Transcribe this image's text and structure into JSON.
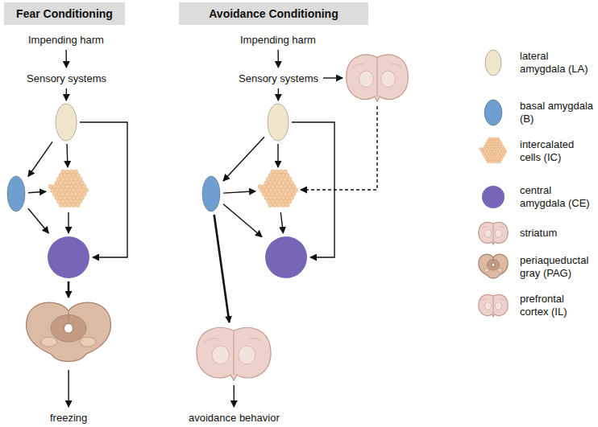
{
  "diagram": {
    "nodes": [
      {
        "text": [
          "Fear Conditioning"
        ]
      },
      {
        "text": [
          "Avoidance Conditioning"
        ]
      },
      {
        "text": [
          "Impending harm"
        ]
      },
      {
        "text": [
          "Sensory systems"
        ]
      },
      {
        "text": []
      },
      {
        "text": []
      },
      {
        "text": []
      },
      {
        "text": []
      },
      {
        "text": []
      },
      {
        "text": [
          "freezing"
        ]
      },
      {
        "text": [
          "Impending harm"
        ]
      },
      {
        "text": [
          "Sensory systems"
        ]
      },
      {
        "text": []
      },
      {
        "text": []
      },
      {
        "text": []
      },
      {
        "text": []
      },
      {
        "text": []
      },
      {
        "text": []
      },
      {
        "text": [
          "avoidance behavior"
        ]
      }
    ],
    "edges": [
      {
        "from": 2,
        "to": 3,
        "arrow": "to"
      },
      {
        "from": 3,
        "to": 4,
        "arrow": "to"
      },
      {
        "from": 4,
        "to": 5,
        "arrow": "to"
      },
      {
        "from": 4,
        "to": 6,
        "arrow": "to"
      },
      {
        "from": 4,
        "to": 7,
        "arrow": "to"
      },
      {
        "from": 5,
        "to": 6,
        "arrow": "to"
      },
      {
        "from": 5,
        "to": 7,
        "arrow": "to"
      },
      {
        "from": 6,
        "to": 7,
        "arrow": "to"
      },
      {
        "from": 7,
        "to": 8,
        "arrow": "to"
      },
      {
        "from": 8,
        "to": 9,
        "arrow": "to"
      },
      {
        "from": 10,
        "to": 11,
        "arrow": "to"
      },
      {
        "from": 11,
        "to": 12,
        "arrow": "to"
      },
      {
        "from": 11,
        "to": 13,
        "arrow": "to"
      },
      {
        "from": 13,
        "to": 14,
        "arrow": "to"
      },
      {
        "from": 13,
        "to": 15,
        "arrow": "to"
      },
      {
        "from": 13,
        "to": 16,
        "arrow": "to"
      },
      {
        "from": 14,
        "to": 15,
        "arrow": "to"
      },
      {
        "from": 14,
        "to": 16,
        "arrow": "to"
      },
      {
        "from": 15,
        "to": 16,
        "arrow": "to"
      },
      {
        "from": 12,
        "to": 15,
        "arrow": "to"
      },
      {
        "from": 14,
        "to": 17,
        "arrow": "to"
      },
      {
        "from": 17,
        "to": 18,
        "arrow": "to"
      }
    ],
    "legend": [
      {
        "text": "lateral amygdala (LA)",
        "color": "#efe6cc"
      },
      {
        "text": "basal amygdala (B)",
        "color": "#6e9fd0"
      },
      {
        "text": "intercalated cells (IC)"
      },
      {
        "text": "central amygdala (CE)",
        "color": "#7766b8"
      },
      {
        "text": "striatum"
      },
      {
        "text": "periaqueductal gray (PAG)"
      },
      {
        "text": "prefrontal cortex (IL)"
      }
    ]
  }
}
